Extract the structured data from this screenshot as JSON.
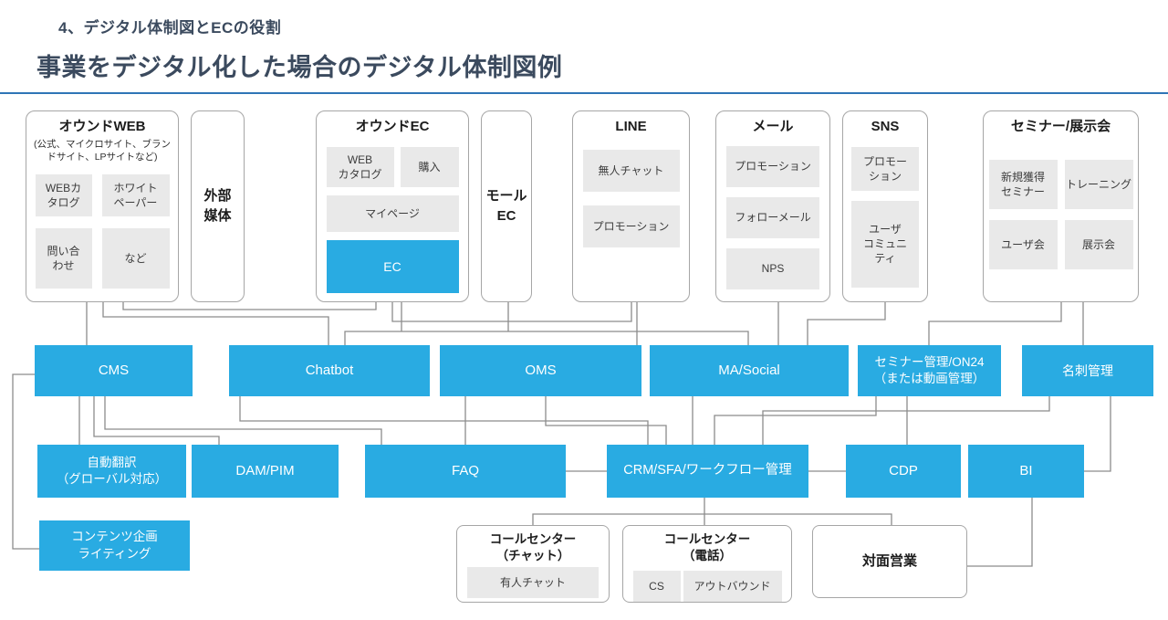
{
  "header": {
    "eyebrow": "4、デジタル体制図とECの役割",
    "title": "事業をデジタル化した場合のデジタル体制図例"
  },
  "colors": {
    "accent": "#29abe2",
    "divider": "#2e75b6",
    "heading": "#3b4a5e"
  },
  "channels": {
    "owned_web": {
      "title": "オウンドWEB",
      "subtitle": "(公式、マイクロサイト、ブラン\nドサイト、LPサイトなど)",
      "items": [
        "WEBカ\nタログ",
        "ホワイト\nペーパー",
        "問い合\nわせ",
        "など"
      ]
    },
    "external_media": {
      "title": "外部\n媒体"
    },
    "owned_ec": {
      "title": "オウンドEC",
      "items": [
        "WEB\nカタログ",
        "購入",
        "マイページ"
      ],
      "highlight": "EC"
    },
    "mall_ec": {
      "title": "モール\nEC"
    },
    "line": {
      "title": "LINE",
      "items": [
        "無人チャット",
        "プロモーション"
      ]
    },
    "mail": {
      "title": "メール",
      "items": [
        "プロモーション",
        "フォローメール",
        "NPS"
      ]
    },
    "sns": {
      "title": "SNS",
      "items": [
        "プロモー\nション",
        "ユーザ\nコミュニ\nティ"
      ]
    },
    "seminar": {
      "title": "セミナー/展示会",
      "items": [
        "新規獲得\nセミナー",
        "トレーニング",
        "ユーザ会",
        "展示会"
      ]
    }
  },
  "systems": {
    "row1": [
      "CMS",
      "Chatbot",
      "OMS",
      "MA/Social",
      "セミナー管理/ON24\n（または動画管理）",
      "名刺管理"
    ],
    "row2": [
      "自動翻訳\n（グローバル対応）",
      "DAM/PIM",
      "FAQ",
      "CRM/SFA/ワークフロー管理",
      "CDP",
      "BI"
    ],
    "content_planning": "コンテンツ企画\nライティング"
  },
  "bottom": {
    "cc_chat": {
      "title": "コールセンター\n（チャット）",
      "items": [
        "有人チャット"
      ]
    },
    "cc_phone": {
      "title": "コールセンター\n（電話）",
      "items": [
        "CS",
        "アウトバウンド"
      ]
    },
    "face_to_face": {
      "title": "対面営業"
    }
  }
}
